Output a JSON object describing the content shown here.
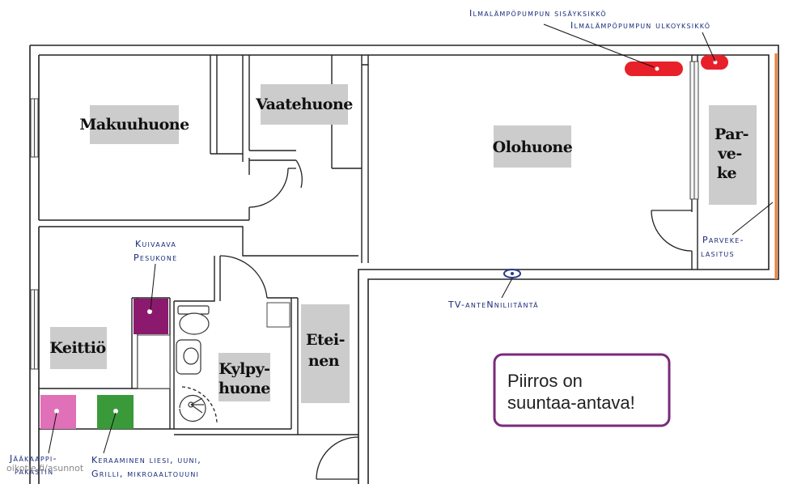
{
  "rooms": {
    "makuuhuone": "Makuuhuone",
    "vaatehuone": "Vaatehuone",
    "olohuone": "Olohuone",
    "parveke_1": "Par-",
    "parveke_2": "ve-",
    "parveke_3": "ke",
    "keittio": "Keittiö",
    "kylpyhuone_1": "Kylpy-",
    "kylpyhuone_2": "huone",
    "eteinen_1": "Etei-",
    "eteinen_2": "nen"
  },
  "annotations": {
    "heat_pump_indoor": "Ilmalämpöpumpun sisäyksikkö",
    "heat_pump_outdoor": "Ilmalämpöpumpun ulkoyksikkö",
    "balcony_glazing_1": "Parveke-",
    "balcony_glazing_2": "lasitus",
    "tv_antenna": "TV-anteNniliitäntä",
    "dryer_washer_1": "Kuivaava",
    "dryer_washer_2": "Pesukone",
    "fridge_1": "Jääkaappi-",
    "fridge_2": "pakastin",
    "stove_1": "Keraaminen liesi, uuni,",
    "stove_2": "Grilli, mikroaaltouuni"
  },
  "note": {
    "line1": "Piirros on",
    "line2": "suuntaa-antava!"
  },
  "watermark": "oikotie.fi/asunnot",
  "colors": {
    "heat_pump": "#e8202a",
    "washer": "#8b1a6e",
    "fridge": "#e070b8",
    "stove": "#3a9a3a",
    "balcony_glazing": "#f07a30",
    "note_border": "#7a2a7a",
    "tv_socket": "#2a3a8a",
    "label_box": "#cccccc",
    "annotation_text": "#1a2a7a"
  }
}
